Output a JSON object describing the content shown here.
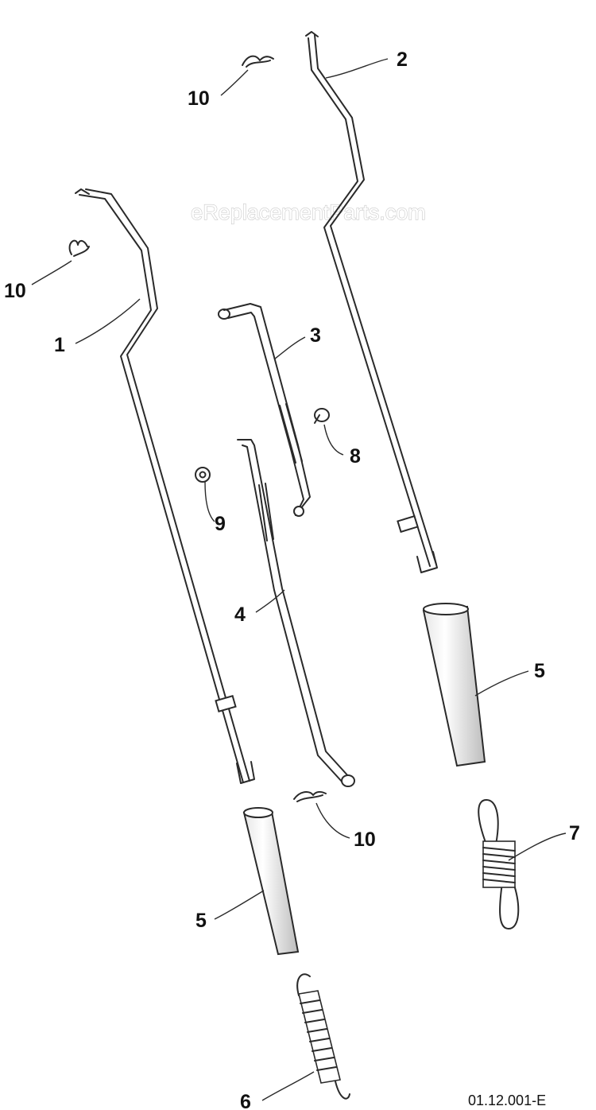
{
  "watermark": "eReplacementParts.com",
  "drawing_id": "01.12.001-E",
  "callouts": {
    "c10_top": "10",
    "c2": "2",
    "c10_left": "10",
    "c1": "1",
    "c3": "3",
    "c8": "8",
    "c9": "9",
    "c4": "4",
    "c5_right": "5",
    "c10_mid": "10",
    "c7": "7",
    "c5_left": "5",
    "c6": "6"
  }
}
